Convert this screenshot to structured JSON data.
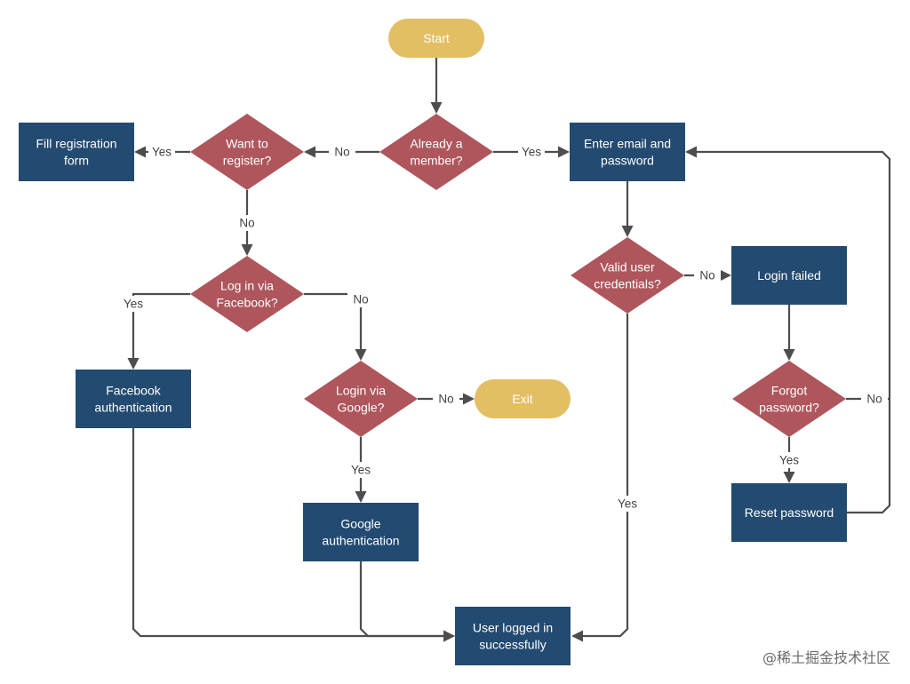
{
  "colors": {
    "terminal": "#e3bf63",
    "process": "#234a70",
    "decision": "#ae565c",
    "edge": "#4d4d4d",
    "edge_label": "#444444"
  },
  "nodes": {
    "start": {
      "shape": "terminal",
      "lines": [
        "Start"
      ]
    },
    "already_member": {
      "shape": "decision",
      "lines": [
        "Already a",
        "member?"
      ]
    },
    "want_register": {
      "shape": "decision",
      "lines": [
        "Want to",
        "register?"
      ]
    },
    "fill_registration": {
      "shape": "process",
      "lines": [
        "Fill registration",
        "form"
      ]
    },
    "enter_email": {
      "shape": "process",
      "lines": [
        "Enter email and",
        "password"
      ]
    },
    "login_facebook": {
      "shape": "decision",
      "lines": [
        "Log in via",
        "Facebook?"
      ]
    },
    "facebook_auth": {
      "shape": "process",
      "lines": [
        "Facebook",
        "authentication"
      ]
    },
    "login_google": {
      "shape": "decision",
      "lines": [
        "Login via",
        "Google?"
      ]
    },
    "exit": {
      "shape": "terminal",
      "lines": [
        "Exit"
      ]
    },
    "google_auth": {
      "shape": "process",
      "lines": [
        "Google",
        "authentication"
      ]
    },
    "valid_credentials": {
      "shape": "decision",
      "lines": [
        "Valid user",
        "credentials?"
      ]
    },
    "login_failed": {
      "shape": "process",
      "lines": [
        "Login failed"
      ]
    },
    "forgot_password": {
      "shape": "decision",
      "lines": [
        "Forgot",
        "password?"
      ]
    },
    "reset_password": {
      "shape": "process",
      "lines": [
        "Reset password"
      ]
    },
    "user_logged_in": {
      "shape": "process",
      "lines": [
        "User logged in",
        "successfully"
      ]
    }
  },
  "edges": [
    {
      "from": "start",
      "to": "already_member",
      "label": ""
    },
    {
      "from": "already_member",
      "to": "want_register",
      "label": "No"
    },
    {
      "from": "already_member",
      "to": "enter_email",
      "label": "Yes"
    },
    {
      "from": "want_register",
      "to": "fill_registration",
      "label": "Yes"
    },
    {
      "from": "want_register",
      "to": "login_facebook",
      "label": "No"
    },
    {
      "from": "login_facebook",
      "to": "facebook_auth",
      "label": "Yes"
    },
    {
      "from": "login_facebook",
      "to": "login_google",
      "label": "No"
    },
    {
      "from": "login_google",
      "to": "exit",
      "label": "No"
    },
    {
      "from": "login_google",
      "to": "google_auth",
      "label": "Yes"
    },
    {
      "from": "enter_email",
      "to": "valid_credentials",
      "label": ""
    },
    {
      "from": "valid_credentials",
      "to": "login_failed",
      "label": "No"
    },
    {
      "from": "valid_credentials",
      "to": "user_logged_in",
      "label": "Yes"
    },
    {
      "from": "login_failed",
      "to": "forgot_password",
      "label": ""
    },
    {
      "from": "forgot_password",
      "to": "reset_password",
      "label": "Yes"
    },
    {
      "from": "forgot_password",
      "to": "enter_email",
      "label": "No"
    },
    {
      "from": "reset_password",
      "to": "enter_email",
      "label": ""
    },
    {
      "from": "facebook_auth",
      "to": "user_logged_in",
      "label": ""
    },
    {
      "from": "google_auth",
      "to": "user_logged_in",
      "label": ""
    }
  ],
  "watermark": "@稀土掘金技术社区"
}
